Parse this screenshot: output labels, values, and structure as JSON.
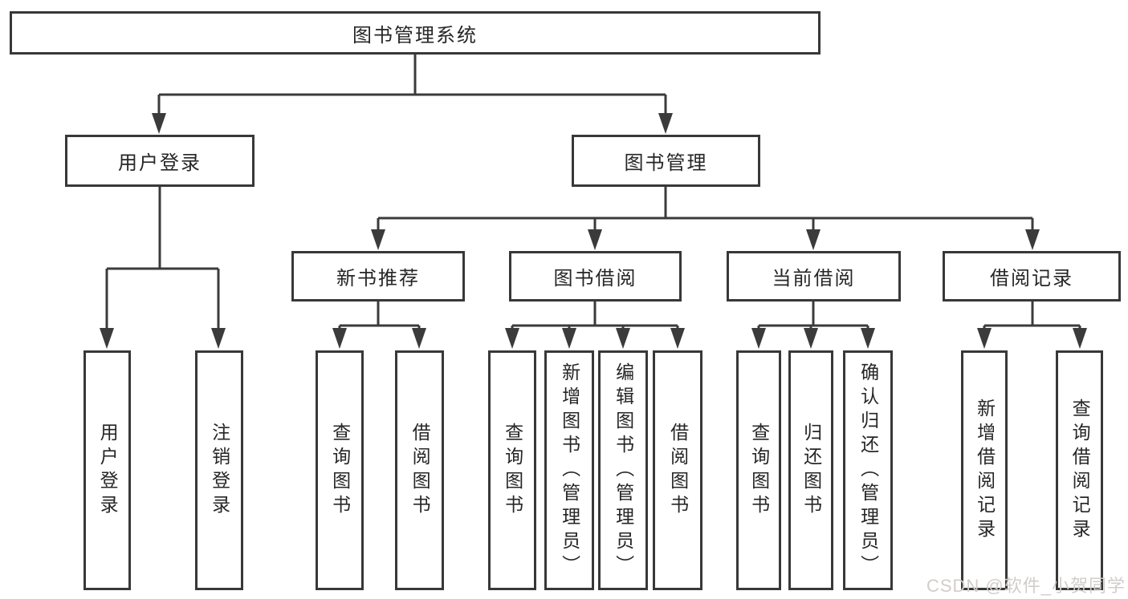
{
  "diagram": {
    "kind": "hierarchy-tree",
    "line_color": "#3b3b3b",
    "box_border_color": "#383838",
    "text_color": "#262626",
    "background_color": "#ffffff",
    "root": {
      "label": "图书管理系统"
    },
    "branches": [
      {
        "label": "用户登录",
        "leaves": [
          {
            "label": "用户登录"
          },
          {
            "label": "注销登录"
          }
        ]
      },
      {
        "label": "图书管理",
        "children": [
          {
            "label": "新书推荐",
            "leaves": [
              {
                "label": "查询图书"
              },
              {
                "label": "借阅图书"
              }
            ]
          },
          {
            "label": "图书借阅",
            "leaves": [
              {
                "label": "查询图书"
              },
              {
                "label": "新增图书（管理员）"
              },
              {
                "label": "编辑图书（管理员）"
              },
              {
                "label": "借阅图书"
              }
            ]
          },
          {
            "label": "当前借阅",
            "leaves": [
              {
                "label": "查询图书"
              },
              {
                "label": "归还图书"
              },
              {
                "label": "确认归还（管理员）"
              }
            ]
          },
          {
            "label": "借阅记录",
            "leaves": [
              {
                "label": "新增借阅记录"
              },
              {
                "label": "查询借阅记录"
              }
            ]
          }
        ]
      }
    ]
  },
  "watermark": {
    "text": "CSDN @软件_小贺同学",
    "color": "#d3cccb"
  }
}
